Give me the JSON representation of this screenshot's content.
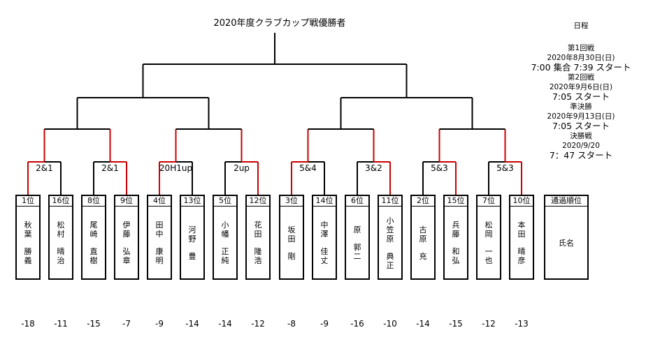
{
  "title": "2020年度クラブカップ戦優勝者",
  "round1_results": [
    "2&1",
    "2&1",
    "20H1up",
    "2up",
    "5&4",
    "3&2",
    "5&3",
    "5&3"
  ],
  "players": [
    {
      "rank": "1位",
      "name": [
        "秋",
        "葉",
        "",
        "勝",
        "義"
      ],
      "score": "-18"
    },
    {
      "rank": "16位",
      "name": [
        "松",
        "村",
        "",
        "晴",
        "治"
      ],
      "score": "-11"
    },
    {
      "rank": "8位",
      "name": [
        "尾",
        "崎",
        "",
        "直",
        "樹"
      ],
      "score": "-15"
    },
    {
      "rank": "9位",
      "name": [
        "伊",
        "藤",
        "",
        "弘",
        "章"
      ],
      "score": "-7"
    },
    {
      "rank": "4位",
      "name": [
        "田",
        "中",
        "",
        "康",
        "明"
      ],
      "score": "-9"
    },
    {
      "rank": "13位",
      "name": [
        "河",
        "野",
        "",
        "豊"
      ],
      "score": "-14"
    },
    {
      "rank": "5位",
      "name": [
        "小",
        "幡",
        "",
        "正",
        "純"
      ],
      "score": "-14"
    },
    {
      "rank": "12位",
      "name": [
        "花",
        "田",
        "",
        "隆",
        "浩"
      ],
      "score": "-12"
    },
    {
      "rank": "3位",
      "name": [
        "坂",
        "田",
        "",
        "剛"
      ],
      "score": "-8"
    },
    {
      "rank": "14位",
      "name": [
        "中",
        "澤",
        "",
        "佳",
        "丈"
      ],
      "score": "-9"
    },
    {
      "rank": "6位",
      "name": [
        "原",
        "",
        "郭",
        "二"
      ],
      "score": "-16"
    },
    {
      "rank": "11位",
      "name": [
        "小",
        "笠",
        "原",
        "",
        "典",
        "正"
      ],
      "score": "-10"
    },
    {
      "rank": "2位",
      "name": [
        "古",
        "原",
        "",
        "充"
      ],
      "score": "-14"
    },
    {
      "rank": "15位",
      "name": [
        "兵",
        "藤",
        "",
        "和",
        "弘"
      ],
      "score": "-15"
    },
    {
      "rank": "7位",
      "name": [
        "松",
        "岡",
        "",
        "一",
        "也"
      ],
      "score": "-12"
    },
    {
      "rank": "10位",
      "name": [
        "本",
        "田",
        "",
        "晴",
        "彦"
      ],
      "score": "-13"
    }
  ],
  "winners_round1": [
    0,
    1,
    0,
    1,
    0,
    1,
    1,
    1
  ],
  "legend": {
    "header": "通過順位",
    "body": "氏名"
  },
  "schedule": {
    "title": "日程",
    "items": [
      {
        "round": "第1回戦",
        "date": "2020年8月30日(日)",
        "time": "7:00  集合  7:39  スタート"
      },
      {
        "round": "第2回戦",
        "date": "2020年9月6日(日)",
        "time": "7:05  スタート"
      },
      {
        "round": "準決勝",
        "date": "2020年9月13日(日)",
        "time": "7:05  スタート"
      },
      {
        "round": "決勝戦",
        "date": "2020/9/20",
        "time": "7：47  スタート"
      }
    ]
  },
  "colors": {
    "line": "#000000",
    "winner_line": "#cc0000"
  }
}
